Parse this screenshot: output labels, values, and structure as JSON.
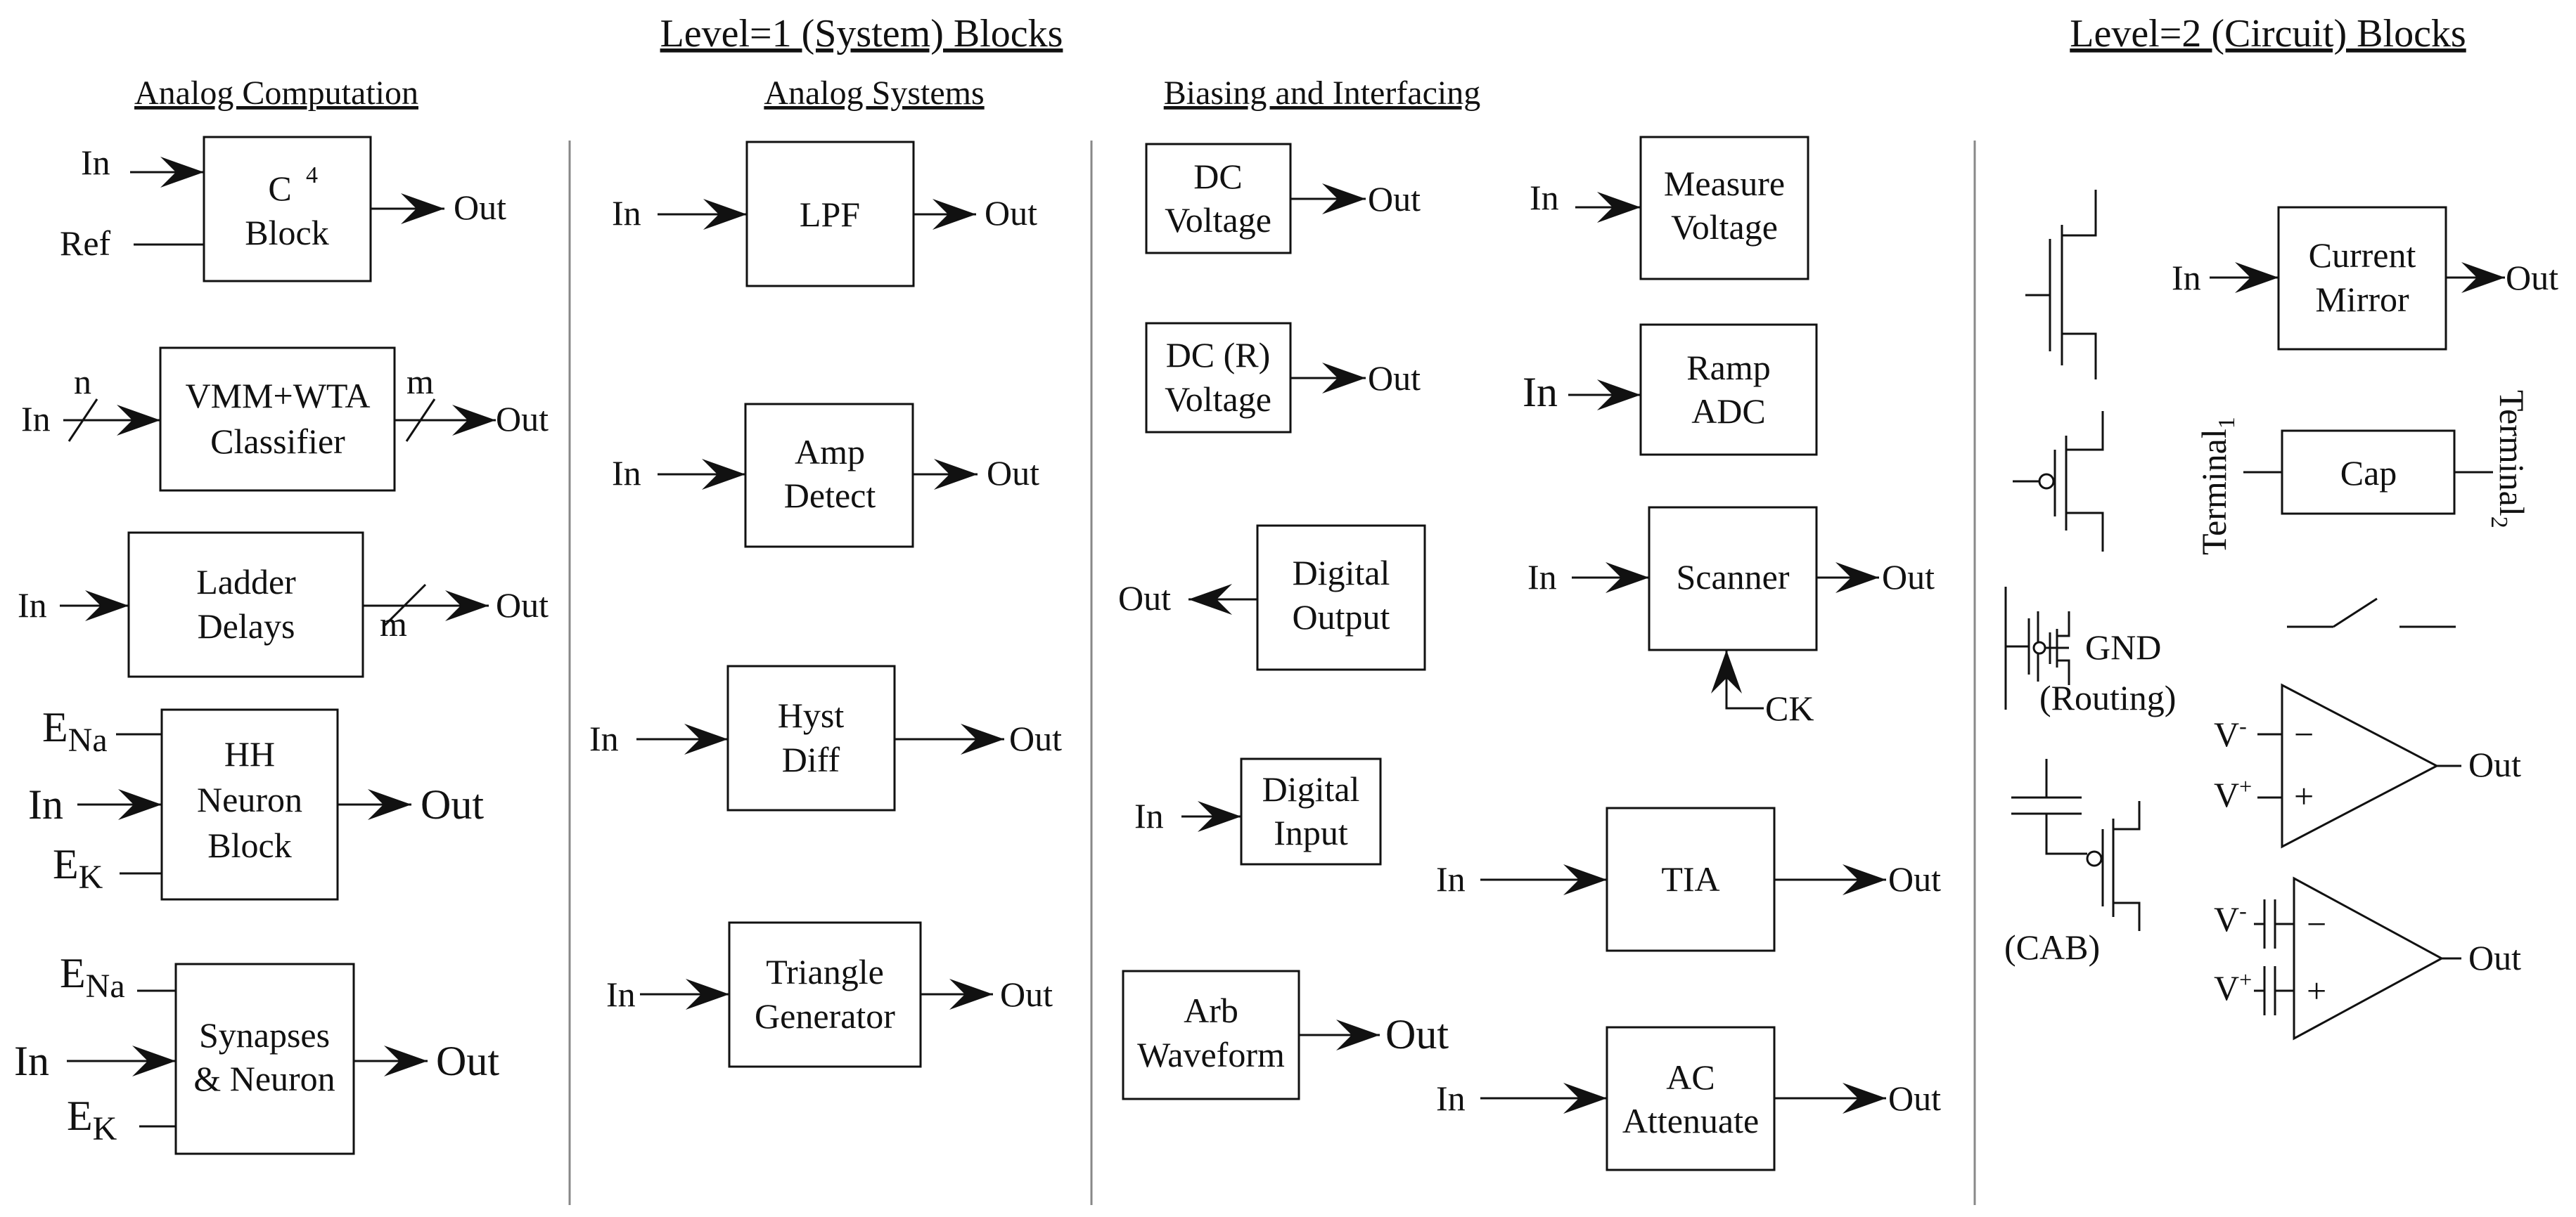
{
  "titles": {
    "level1": "Level=1 (System) Blocks",
    "level2": "Level=2 (Circuit) Blocks"
  },
  "sections": {
    "analog_computation": "Analog Computation",
    "analog_systems": "Analog Systems",
    "biasing_interfacing": "Biasing and Interfacing"
  },
  "ports": {
    "in": "In",
    "out": "Out",
    "ref": "Ref",
    "n": "n",
    "m": "m",
    "ck": "CK",
    "gnd": "GND",
    "e_na_main": "E",
    "e_na_sub": "Na",
    "e_k_main": "E",
    "e_k_sub": "K",
    "terminal_main": "Terminal",
    "terminal1_sub": "1",
    "terminal2_sub": "2",
    "v_minus_main": "V",
    "v_minus_sup": "-",
    "v_plus_main": "V",
    "v_plus_sup": "+",
    "minus": "−",
    "plus": "+"
  },
  "blocks": {
    "c4": {
      "line1": "C",
      "line1_sup": "4",
      "line2": "Block"
    },
    "vmm": {
      "line1": "VMM+WTA",
      "line2": "Classifier"
    },
    "ladder": {
      "line1": "Ladder",
      "line2": "Delays"
    },
    "hh": {
      "line1": "HH",
      "line2": "Neuron",
      "line3": "Block"
    },
    "synapses": {
      "line1": "Synapses",
      "line2": "& Neuron"
    },
    "lpf": {
      "line1": "LPF"
    },
    "amp_detect": {
      "line1": "Amp",
      "line2": "Detect"
    },
    "hyst_diff": {
      "line1": "Hyst",
      "line2": "Diff"
    },
    "triangle": {
      "line1": "Triangle",
      "line2": "Generator"
    },
    "dc_voltage": {
      "line1": "DC",
      "line2": "Voltage"
    },
    "dcr_voltage": {
      "line1": "DC (R)",
      "line2": "Voltage"
    },
    "digital_output": {
      "line1": "Digital",
      "line2": "Output"
    },
    "digital_input": {
      "line1": "Digital",
      "line2": "Input"
    },
    "arb_waveform": {
      "line1": "Arb",
      "line2": "Waveform"
    },
    "measure_voltage": {
      "line1": "Measure",
      "line2": "Voltage"
    },
    "ramp_adc": {
      "line1": "Ramp",
      "line2": "ADC"
    },
    "scanner": {
      "line1": "Scanner"
    },
    "tia": {
      "line1": "TIA"
    },
    "ac_attenuate": {
      "line1": "AC",
      "line2": "Attenuate"
    },
    "current_mirror": {
      "line1": "Current",
      "line2": "Mirror"
    },
    "cap": {
      "line1": "Cap"
    }
  },
  "labels": {
    "routing": "(Routing)",
    "cab": "(CAB)"
  },
  "icons": {
    "nfet": "nfet-transistor-icon",
    "pfet": "pfet-transistor-icon",
    "routing": "routing-switch-icon",
    "cab": "cab-capacitor-fet-icon",
    "switch": "switch-icon",
    "opamp": "op-amp-icon",
    "opamp_fg": "floating-gate-op-amp-icon"
  }
}
